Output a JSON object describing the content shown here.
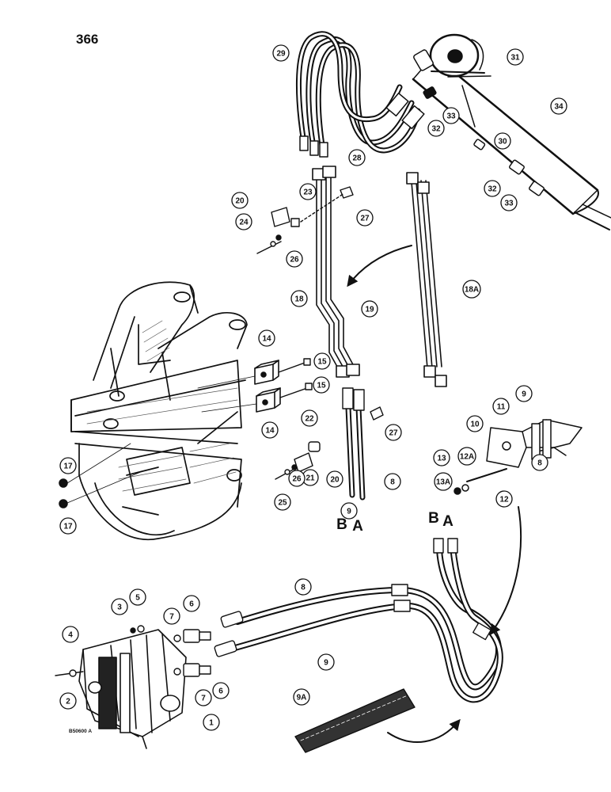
{
  "page": {
    "number": "366",
    "figure_code": "B50600 A"
  },
  "hose_letters": [
    "B",
    "A",
    "B",
    "A"
  ],
  "callouts": [
    "1",
    "2",
    "3",
    "4",
    "5",
    "6",
    "6",
    "7",
    "7",
    "8",
    "8",
    "8",
    "9",
    "9",
    "9",
    "9A",
    "10",
    "11",
    "12",
    "12A",
    "13",
    "13A",
    "14",
    "14",
    "15",
    "15",
    "17",
    "17",
    "18",
    "18A",
    "19",
    "20",
    "20",
    "21",
    "22",
    "23",
    "24",
    "25",
    "26",
    "26",
    "27",
    "27",
    "28",
    "29",
    "30",
    "31",
    "32",
    "32",
    "33",
    "33",
    "34"
  ],
  "colors": {
    "ink": "#111111",
    "paper": "#ffffff",
    "hatch": "#555555"
  },
  "icons": [
    "control-valve",
    "cylinder",
    "hydraulic-hose",
    "steel-tube",
    "hose-clamp",
    "swing-tower",
    "hose-sleeve"
  ]
}
